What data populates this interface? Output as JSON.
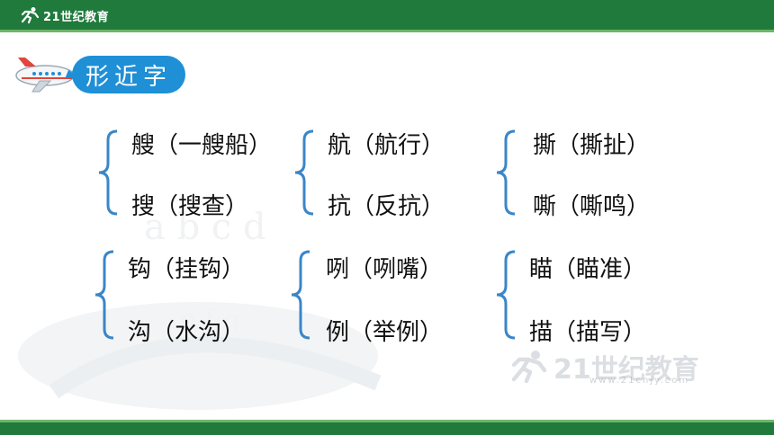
{
  "header": {
    "logo_text": "21世纪教育"
  },
  "title": "形近字",
  "groups": [
    {
      "top": "艘（一艘船）",
      "bottom": "搜（搜查）"
    },
    {
      "top": "航（航行）",
      "bottom": "抗（反抗）"
    },
    {
      "top": "撕（撕扯）",
      "bottom": "嘶（嘶鸣）"
    },
    {
      "top": "钩（挂钩）",
      "bottom": "沟（水沟）"
    },
    {
      "top": "咧（咧嘴）",
      "bottom": "例（举例）"
    },
    {
      "top": "瞄（瞄准）",
      "bottom": "描（描写）"
    }
  ],
  "watermark": {
    "text": "21世纪教育",
    "url": "www.21cnjy.com"
  },
  "colors": {
    "header_green": "#1f7a3c",
    "accent_blue": "#1f8fd6",
    "bracket_blue": "#3a86c8"
  }
}
